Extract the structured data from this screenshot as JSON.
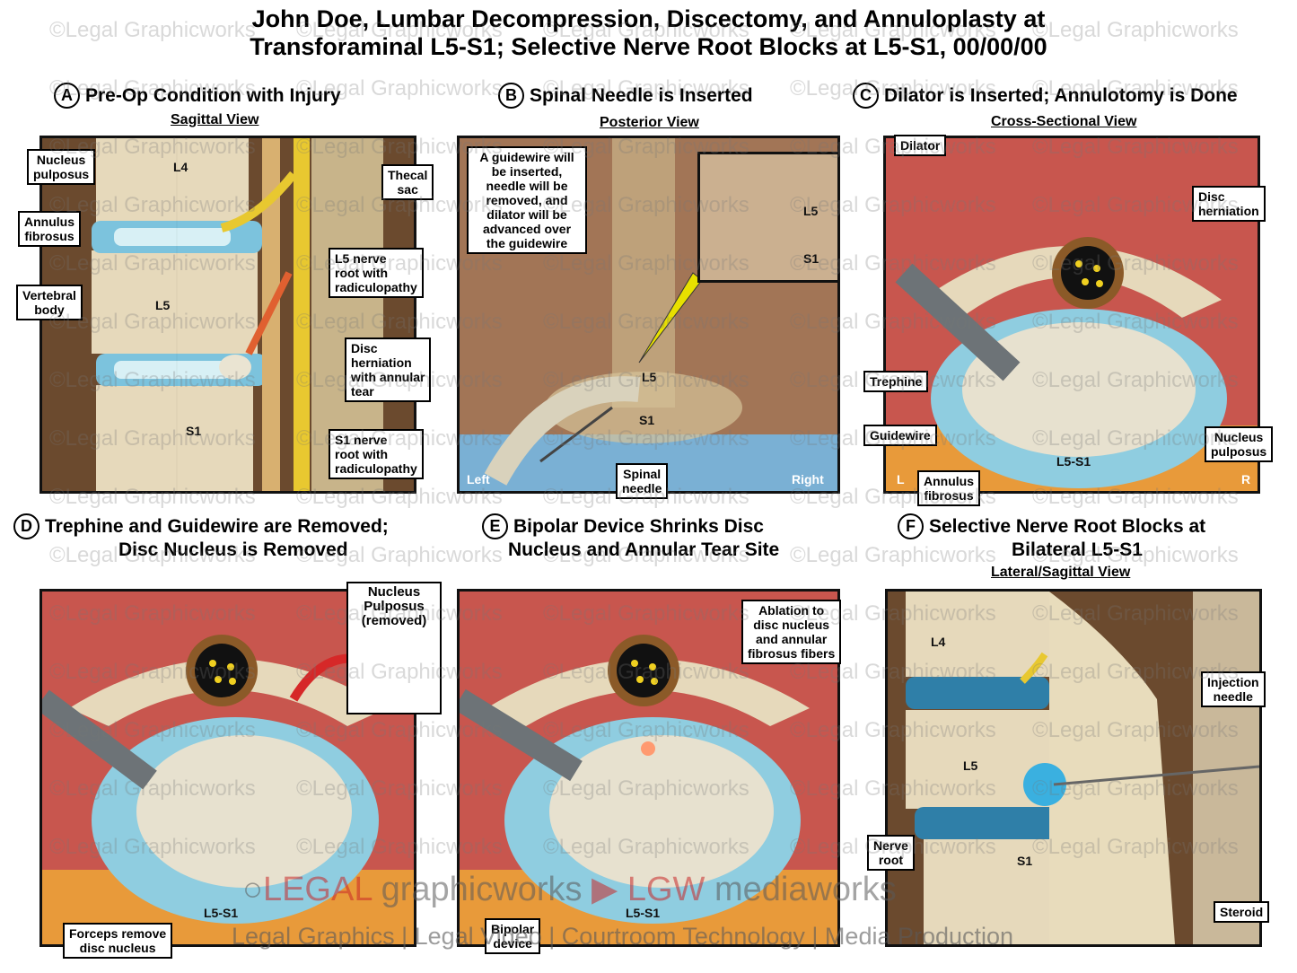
{
  "title_line1": "John Doe, Lumbar Decompression, Discectomy, and Annuloplasty at",
  "title_line2": "Transforaminal L5-S1; Selective Nerve Root Blocks at L5-S1, 00/00/00",
  "watermark_text": "©Legal Graphicworks",
  "panels": {
    "a": {
      "letter": "A",
      "heading": "Pre-Op Condition with Injury",
      "view": "Sagittal View",
      "labels": {
        "nucleus": "Nucleus\npulposus",
        "annulus": "Annulus\nfibrosus",
        "vertebral": "Vertebral\nbody",
        "thecal": "Thecal\nsac",
        "l5root": "L5 nerve\nroot with\nradiculopathy",
        "disc": "Disc\nherniation\nwith annular\ntear",
        "s1root": "S1 nerve\nroot with\nradiculopathy",
        "l4": "L4",
        "l5": "L5",
        "s1": "S1"
      }
    },
    "b": {
      "letter": "B",
      "heading": "Spinal Needle is Inserted",
      "view": "Posterior View",
      "labels": {
        "note": "A guidewire will\nbe inserted,\nneedle will be\nremoved, and\ndilator will be\nadvanced over\nthe guidewire",
        "needle": "Spinal\nneedle",
        "left": "Left",
        "right": "Right",
        "l5": "L5",
        "s1": "S1",
        "inset_l5": "L5",
        "inset_s1": "S1"
      }
    },
    "c": {
      "letter": "C",
      "heading": "Dilator is Inserted; Annulotomy is Done",
      "view": "Cross-Sectional View",
      "labels": {
        "dilator": "Dilator",
        "herniation": "Disc\nherniation",
        "trephine": "Trephine",
        "guidewire": "Guidewire",
        "nucleus": "Nucleus\npulposus",
        "annulus": "Annulus\nfibrosus",
        "level": "L5-S1",
        "L": "L",
        "R": "R"
      }
    },
    "d": {
      "letter": "D",
      "heading1": "Trephine and Guidewire are Removed;",
      "heading2": "Disc Nucleus is Removed",
      "labels": {
        "removed": "Nucleus\nPulposus\n(removed)",
        "forceps": "Forceps remove\ndisc nucleus",
        "level": "L5-S1"
      }
    },
    "e": {
      "letter": "E",
      "heading1": "Bipolar Device Shrinks Disc",
      "heading2": "Nucleus and Annular Tear Site",
      "labels": {
        "ablation": "Ablation to\ndisc nucleus\nand annular\nfibrosus fibers",
        "bipolar": "Bipolar\ndevice",
        "level": "L5-S1"
      }
    },
    "f": {
      "letter": "F",
      "heading1": "Selective Nerve Root Blocks at",
      "heading2": "Bilateral L5-S1",
      "view": "Lateral/Sagittal View",
      "labels": {
        "injection": "Injection\nneedle",
        "nerve": "Nerve\nroot",
        "steroid": "Steroid",
        "l4": "L4",
        "l5": "L5",
        "s1": "S1"
      }
    }
  },
  "footer": {
    "brand_legal": "LEGAL",
    "brand_graphicworks": " graphicworks",
    "brand_lgw": " LGW",
    "brand_media": " mediaworks",
    "services": "Legal Graphics | Legal Video | Courtroom Technology | Media Production"
  },
  "colors": {
    "bone": "#e8dcc0",
    "disc_blue": "#7cc3dd",
    "muscle": "#c8504e",
    "nerve": "#e8c830",
    "fat": "#e89a3a"
  }
}
